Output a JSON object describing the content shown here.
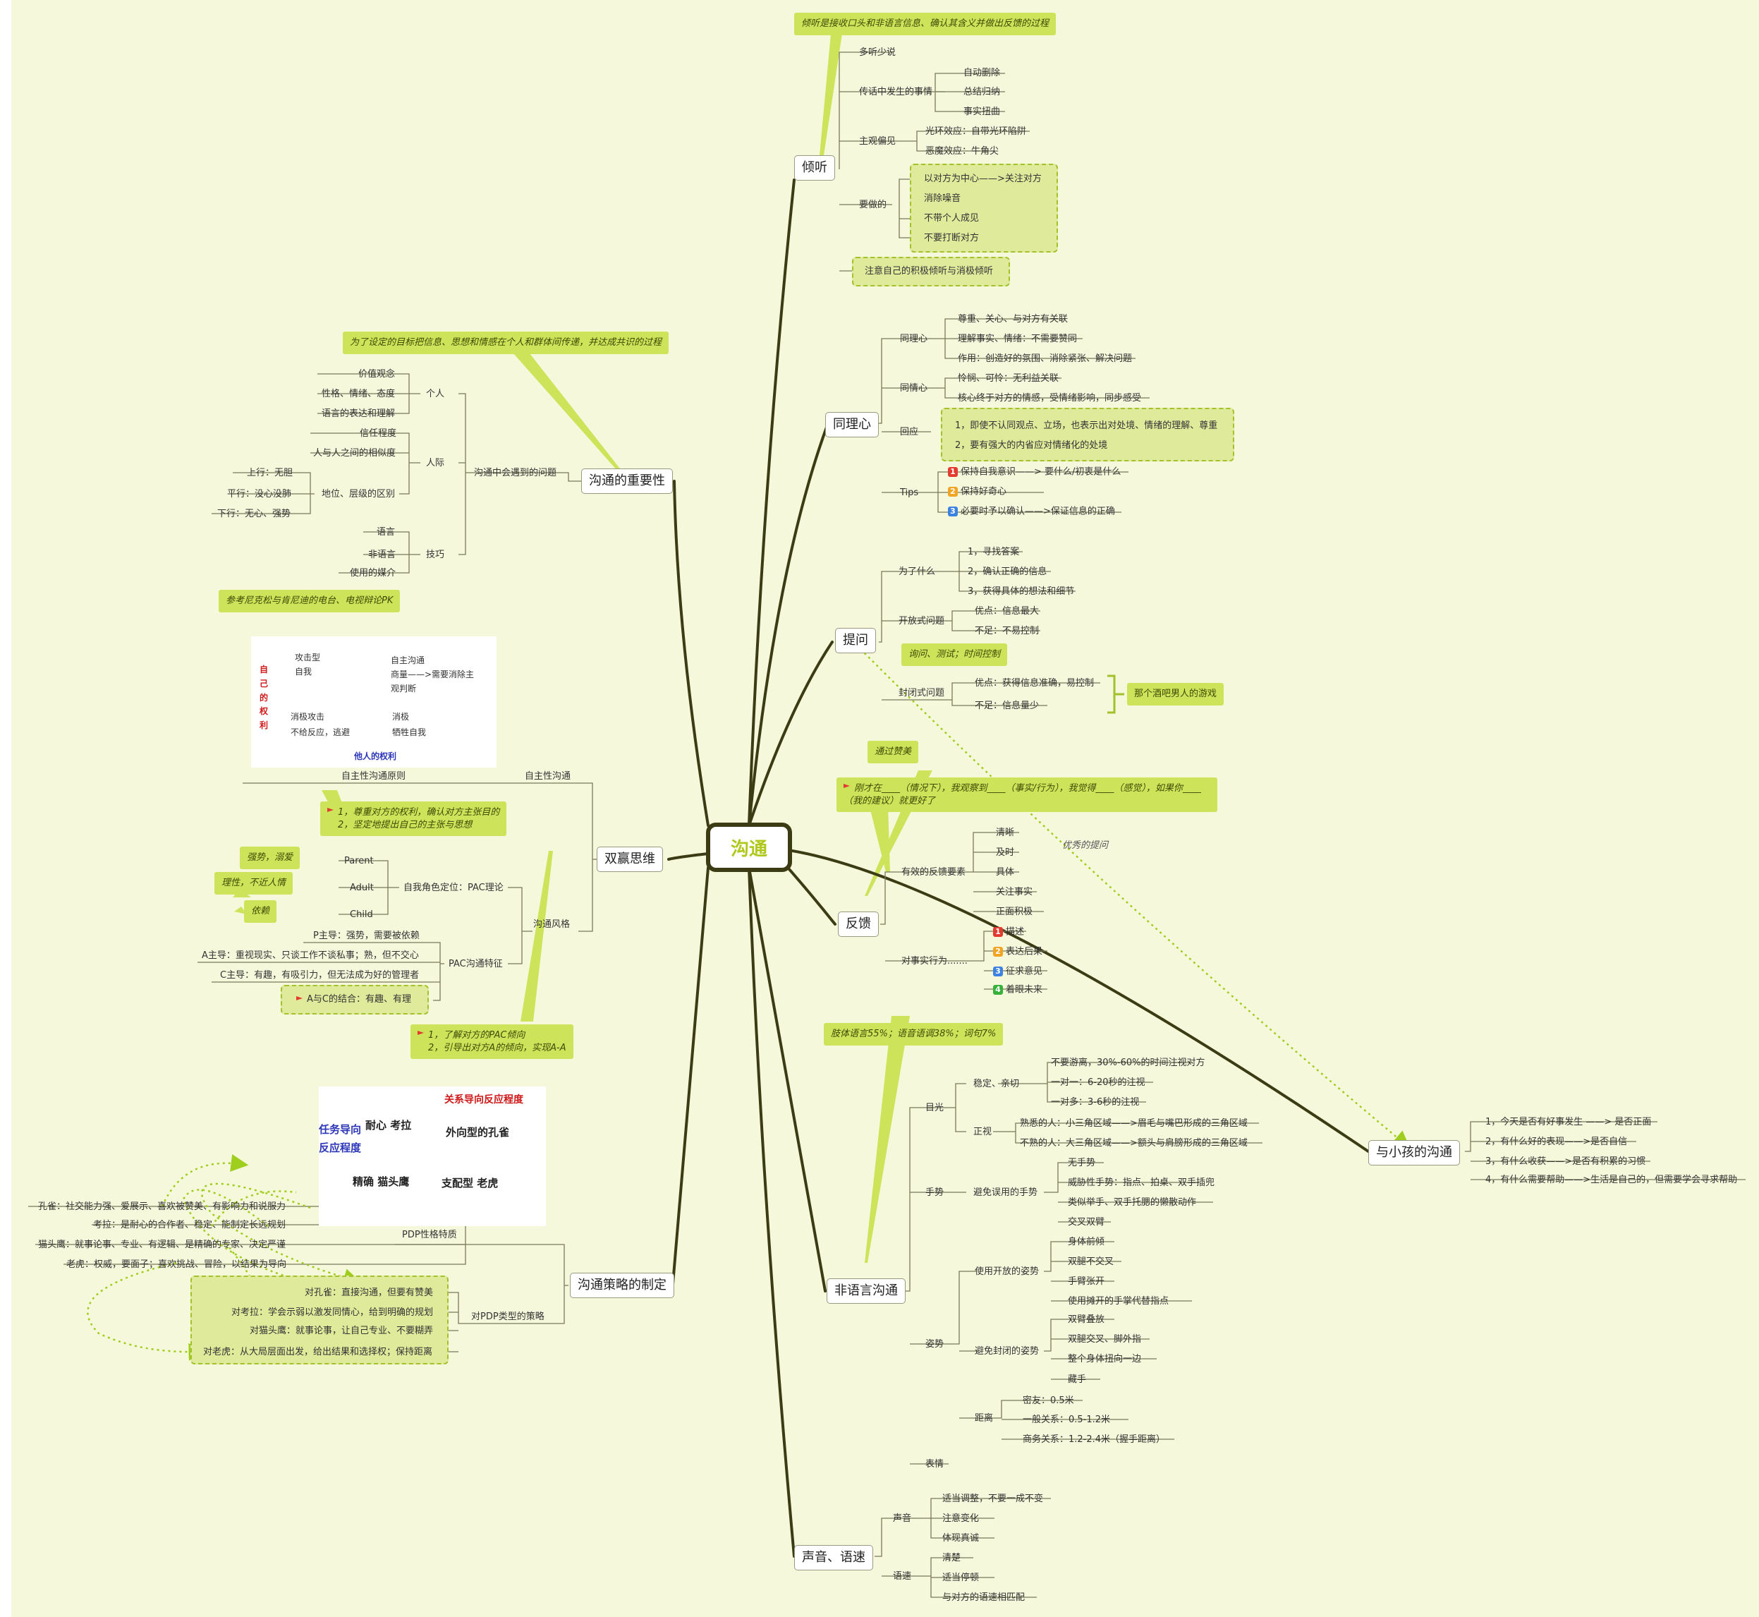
{
  "center": "沟通",
  "topics": {
    "listen": "倾听",
    "empathy": "同理心",
    "ask": "提问",
    "feedback": "反馈",
    "nonverbal": "非语言沟通",
    "voice": "声音、语速",
    "importance": "沟通的重要性",
    "winwin": "双赢思维",
    "strategy": "沟通策略的制定",
    "kids": "与小孩的沟通"
  },
  "listen": {
    "callout": "倾听是接收口头和非语言信息、确认其含义并做出反馈的过程",
    "more": "多听少说",
    "events": "传话中发生的事情",
    "events_items": [
      "自动删除",
      "总结归纳",
      "事实扭曲"
    ],
    "bias": "主观偏见",
    "bias_items": [
      "光环效应：自带光环陷阱",
      "恶魔效应：牛角尖"
    ],
    "todo": "要做的",
    "todo_items": [
      "以对方为中心——>关注对方",
      "消除噪音",
      "不带个人成见",
      "不要打断对方"
    ],
    "note": "注意自己的积极倾听与消极倾听"
  },
  "empathy": {
    "tongli": "同理心",
    "tongli_items": [
      "尊重、关心、与对方有关联",
      "理解事实、情绪：不需要赞同",
      "作用：创造好的氛围、消除紧张、解决问题"
    ],
    "tongqing": "同情心",
    "tongqing_items": [
      "怜悯、可怜：无利益关联",
      "核心终于对方的情感，受情绪影响，同步感受"
    ],
    "respond": "回应",
    "respond_items": [
      "1，即使不认同观点、立场，也表示出对处境、情绪的理解、尊重",
      "2，要有强大的内省应对情绪化的处境"
    ],
    "tips": "Tips",
    "tips_items": [
      "保持自我意识——> 要什么/初衷是什么",
      "保持好奇心",
      "必要时予以确认——>保证信息的正确"
    ],
    "tips_nums": [
      "1",
      "2",
      "3"
    ]
  },
  "ask": {
    "why": "为了什么",
    "why_items": [
      "1，寻找答案",
      "2，确认正确的信息",
      "3，获得具体的想法和细节"
    ],
    "open": "开放式问题",
    "open_items": [
      "优点：信息最大",
      "不足：不易控制"
    ],
    "callout": "询问、测试；时间控制",
    "closed": "封闭式问题",
    "closed_items": [
      "优点：获得信息准确，易控制",
      "不足：信息量少"
    ],
    "game": "那个酒吧男人的游戏"
  },
  "feedback": {
    "praise": "通过赞美",
    "template": "刚才在____（情况下），我观察到____（事实/行为），我觉得____（感觉），如果你____（我的建议）就更好了",
    "best_q": "优秀的提问",
    "effective": "有效的反馈要素",
    "effective_items": [
      "清晰",
      "及时",
      "具体",
      "关注事实",
      "正面积极"
    ],
    "behave": "对事实行为.......",
    "behave_items": [
      "描述",
      "表达后果",
      "征求意见",
      "着眼未来"
    ],
    "behave_nums": [
      "1",
      "2",
      "3",
      "4"
    ]
  },
  "nonverbal": {
    "callout": "肢体语言55%；语音语调38%；词句7%",
    "eye": "目光",
    "stable": "稳定、亲切",
    "stable_items": [
      "不要游离，30%-60%的时间注视对方",
      "一对一：6-20秒的注视",
      "一对多：3-6秒的注视"
    ],
    "gaze": "正视",
    "gaze_items": [
      "熟悉的人：小三角区域——>眉毛与嘴巴形成的三角区域",
      "不熟的人：大三角区域——>额头与肩膀形成的三角区域"
    ],
    "gesture": "手势",
    "avoid_gesture": "避免误用的手势",
    "avoid_gesture_items": [
      "无手势",
      "威胁性手势：指点、拍桌、双手插兜",
      "类似举手、双手托腮的懒散动作",
      "交叉双臂"
    ],
    "posture": "姿势",
    "open_posture": "使用开放的姿势",
    "open_posture_items": [
      "身体前倾",
      "双腿不交叉",
      "手臂张开",
      "使用摊开的手掌代替指点"
    ],
    "closed_posture": "避免封闭的姿势",
    "closed_posture_items": [
      "双臂叠放",
      "双腿交叉、脚外指",
      "整个身体扭向一边",
      "藏手"
    ],
    "distance": "距离",
    "distance_items": [
      "密友：0.5米",
      "一般关系：0.5-1.2米",
      "商务关系：1.2-2.4米（握手距离）"
    ],
    "face": "表情"
  },
  "voice": {
    "sound": "声音",
    "sound_items": [
      "适当调整，不要一成不变",
      "注意变化",
      "体现真诚"
    ],
    "speed": "语速",
    "speed_items": [
      "清楚",
      "适当停顿",
      "与对方的语速相匹配"
    ]
  },
  "kids": {
    "items": [
      "1，今天是否有好事发生 ——> 是否正面",
      "2，有什么好的表现——>是否自信",
      "3，有什么收获——>是否有积累的习惯",
      "4，有什么需要帮助——>生活是自己的，但需要学会寻求帮助"
    ]
  },
  "importance": {
    "callout": "为了设定的目标把信息、思想和情感在个人和群体间传递，并达成共识的过程",
    "problems": "沟通中会遇到的问题",
    "personal": "个人",
    "personal_items": [
      "价值观念",
      "性格、情绪、态度",
      "语言的表达和理解"
    ],
    "interpersonal": "人际",
    "interpersonal_items": [
      "信任程度",
      "人与人之间的相似度"
    ],
    "rank": "地位、层级的区别",
    "rank_items": [
      "上行：无胆",
      "平行：没心没肺",
      "下行：无心、强势"
    ],
    "skill": "技巧",
    "skill_items": [
      "语言",
      "非语言",
      "使用的媒介"
    ],
    "ref": "参考尼克松与肯尼迪的电台、电视辩论PK"
  },
  "rights_diagram": {
    "left_axis": "自己的权利",
    "bottom_axis": "他人的权利",
    "q_tl": [
      "攻击型",
      "自我"
    ],
    "q_tr": [
      "自主沟通",
      "商量——>需要消除主",
      "观判断"
    ],
    "q_bl": [
      "消极攻击",
      "不给反应，逃避"
    ],
    "q_br": [
      "消极",
      "牺牲自我"
    ]
  },
  "winwin": {
    "auto": "自主性沟通",
    "principle": "自主性沟通原则",
    "principle_callout": [
      "1，尊重对方的权利，确认对方主张目的",
      "2，坚定地提出自己的主张与思想"
    ],
    "style": "沟通风格",
    "pac_role": "自我角色定位：PAC理论",
    "pac_roles": [
      "Parent",
      "Adult",
      "Child"
    ],
    "pac_tags": [
      "强势，溺爱",
      "理性，不近人情",
      "依赖"
    ],
    "pac_feature": "PAC沟通特征",
    "pac_feature_items": [
      "P主导：强势，需要被依赖",
      "A主导：重视现实、只谈工作不谈私事；熟，但不交心",
      "C主导：有趣，有吸引力，但无法成为好的管理者"
    ],
    "pac_ac": "A与C的结合：有趣、有理",
    "pac_callout": [
      "1，了解对方的PAC倾向",
      "2，引导出对方A的倾向，实现A-A"
    ]
  },
  "pdp_diagram": {
    "top_label": "关系导向反应程度",
    "left_label": [
      "任务导向",
      "反应程度"
    ],
    "q_tl": "耐心 考拉",
    "q_tr": "外向型的孔雀",
    "q_bl": "精确 猫头鹰",
    "q_br": "支配型 老虎"
  },
  "strategy": {
    "pdp": "PDP性格特质",
    "pdp_items": [
      "孔雀：社交能力强、爱展示、喜欢被赞美、有影响力和说服力",
      "考拉：是耐心的合作者、稳定、能制定长远规划",
      "猫头鹰：就事论事、专业、有逻辑、是精确的专家、决定严谨",
      "老虎：权威，要面子；喜欢挑战、冒险，以结果为导向"
    ],
    "pdp_strategy": "对PDP类型的策略",
    "pdp_strategy_items": [
      "对孔雀：直接沟通，但要有赞美",
      "对考拉：学会示弱以激发同情心，给到明确的规划",
      "对猫头鹰：就事论事，让自己专业、不要糊弄",
      "对老虎：从大局层面出发，给出结果和选择权；保持距离"
    ]
  },
  "colors": {
    "branch": "#3c3c14",
    "accent": "#b8cf2a",
    "callout": "#cde45a"
  }
}
